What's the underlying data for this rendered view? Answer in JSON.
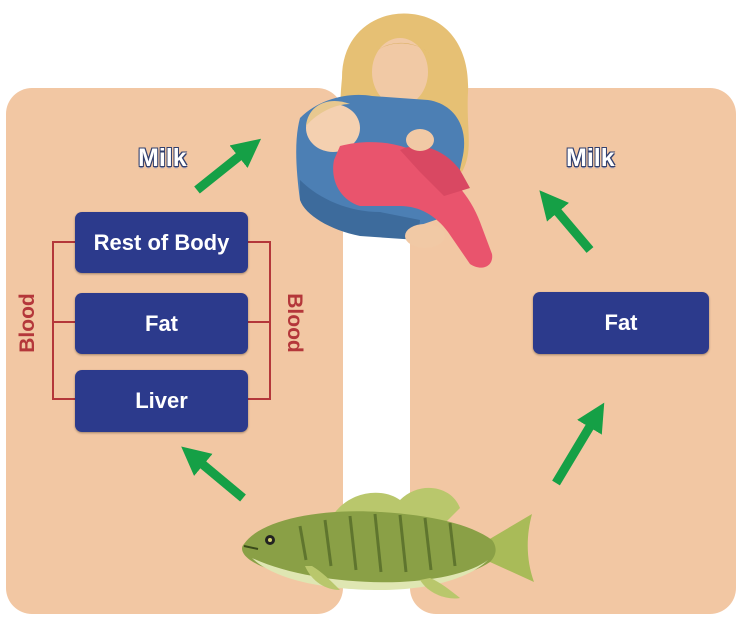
{
  "left_panel": {
    "milk_label": "Milk",
    "blood_label_left": "Blood",
    "blood_label_right": "Blood",
    "boxes": {
      "rest_of_body": "Rest of Body",
      "fat": "Fat",
      "liver": "Liver"
    }
  },
  "right_panel": {
    "milk_label": "Milk",
    "boxes": {
      "fat": "Fat"
    }
  },
  "illustrations": {
    "mother": "mother-holding-baby-illustration",
    "fish": "fish-illustration"
  },
  "colors": {
    "panel": "#f2c7a3",
    "box": "#2c3a8c",
    "box_text": "#ffffff",
    "arrow": "#15a046",
    "blood_line": "#b4373a"
  }
}
